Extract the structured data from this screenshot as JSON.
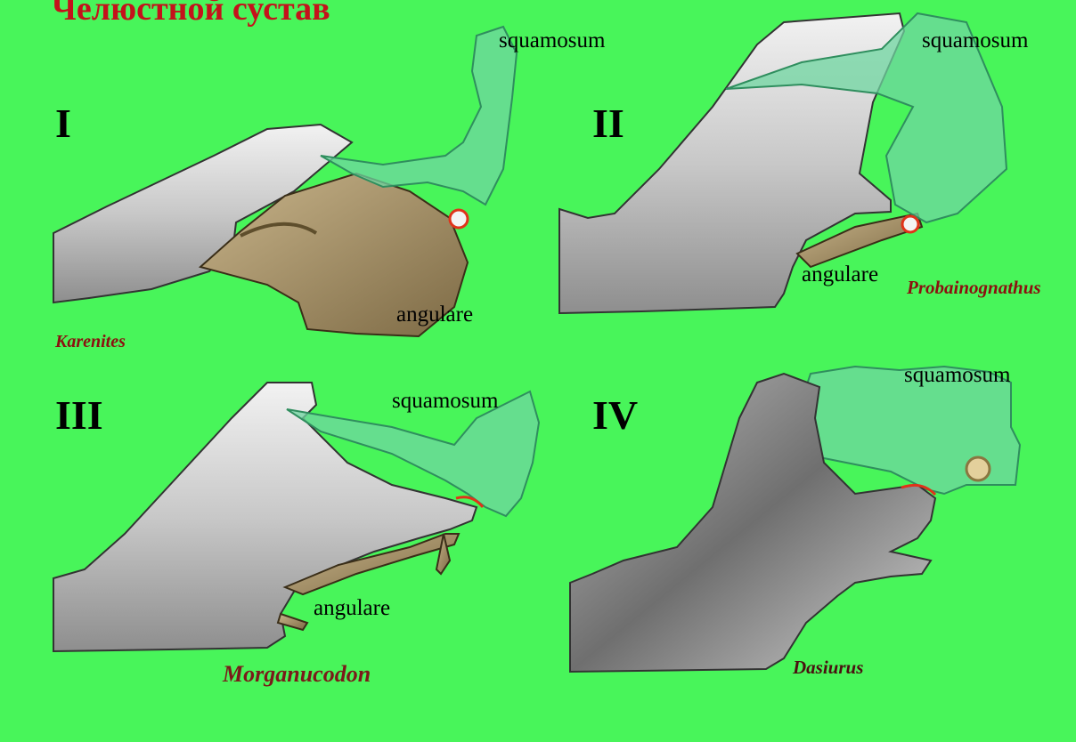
{
  "title": "Челюстной сустав",
  "panels": [
    {
      "numeral": "I",
      "species": "Karenites",
      "labels": {
        "squamosum": "squamosum",
        "angulare": "angulare"
      }
    },
    {
      "numeral": "II",
      "species": "Probainognathus",
      "labels": {
        "squamosum": "squamosum",
        "angulare": "angulare"
      }
    },
    {
      "numeral": "III",
      "species": "Morganucodon",
      "labels": {
        "squamosum": "squamosum",
        "angulare": "angulare"
      }
    },
    {
      "numeral": "IV",
      "species": "Dasiurus",
      "labels": {
        "squamosum": "squamosum"
      }
    }
  ],
  "colors": {
    "background": "#48f55a",
    "title": "#c4121b",
    "species": "#8b1010",
    "squamosum": "#6fd6a0",
    "angulare": "#a8946a",
    "bone": "#d8d8d8",
    "joint": "#e0331a"
  }
}
